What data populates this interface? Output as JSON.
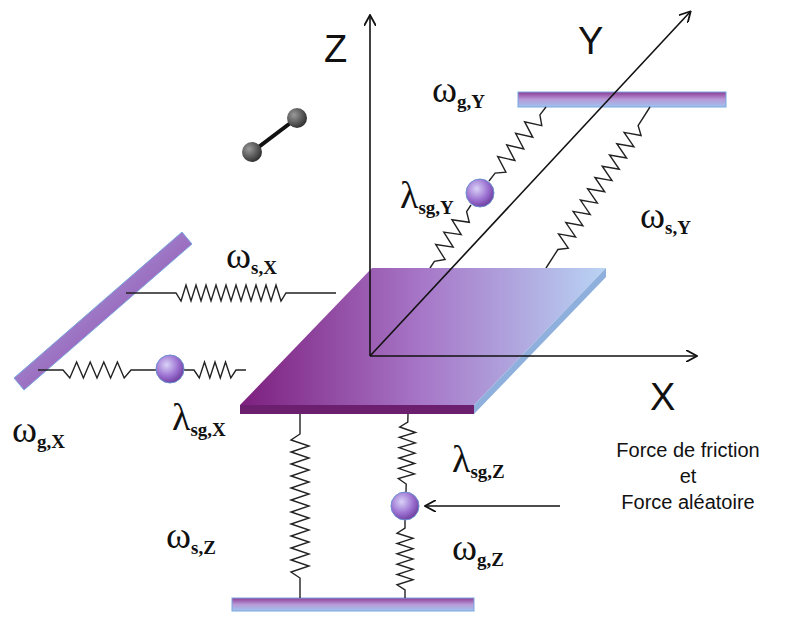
{
  "diagram": {
    "labels": [
      "Z",
      "Y",
      "X",
      "ω",
      "s,X",
      "ω",
      "g,X",
      "λ",
      "sg,X",
      "ω",
      "g,Y",
      "λ",
      "sg,Y",
      "ω",
      "s,Y",
      "ω",
      "s,Z",
      "λ",
      "sg,Z",
      "ω",
      "g,Z",
      "Force de friction",
      "et",
      "Force aléatoire"
    ]
  }
}
